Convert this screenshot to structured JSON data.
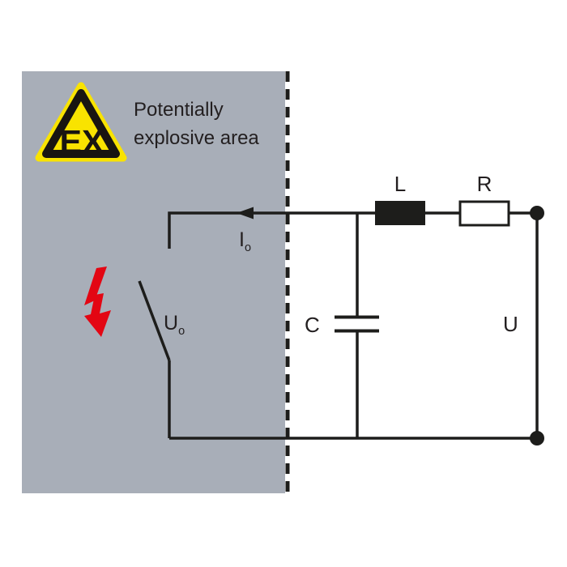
{
  "zone": {
    "warning_label": "EX",
    "caption_line1": "Potentially",
    "caption_line2": "explosive area"
  },
  "labels": {
    "inductor": "L",
    "resistor": "R",
    "capacitor": "C",
    "supply_voltage": "U",
    "output_voltage_base": "U",
    "output_voltage_sub": "o",
    "output_current_base": "I",
    "output_current_sub": "o"
  },
  "colors": {
    "zone-fill": "#a8aeb8",
    "warning-yellow": "#f9e300",
    "warning-black": "#191511",
    "flash-red": "#e30613",
    "line-black": "#1d1d1b",
    "text-black": "#231f20"
  }
}
